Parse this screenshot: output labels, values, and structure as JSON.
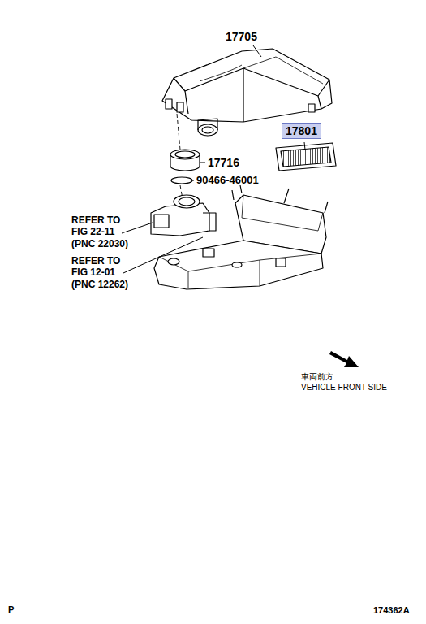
{
  "diagram": {
    "nodes": [
      {
        "text": [
          "17801"
        ]
      }
    ],
    "labels": [
      "17705",
      "17716",
      "90466-46001",
      "REFER TO FIG 22-11 (PNC 22030)",
      "REFER TO FIG 12-01 (PNC 12262)",
      "車両前方",
      "VEHICLE FRONT SIDE",
      "P",
      "174362A"
    ]
  }
}
